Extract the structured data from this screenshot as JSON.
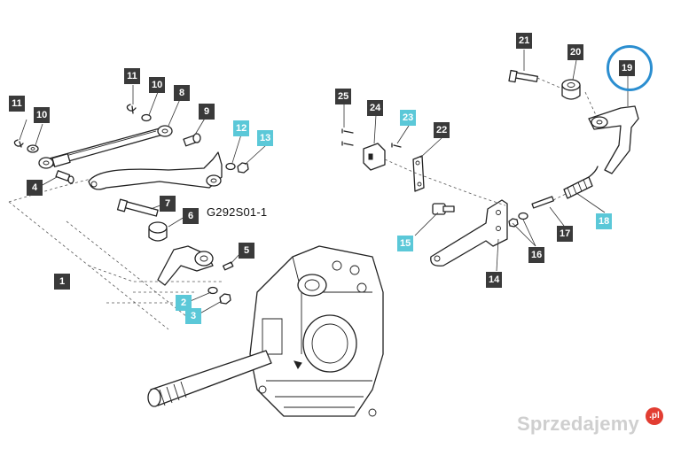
{
  "diagram": {
    "drawing_code": "G292S01-1",
    "callouts": [
      {
        "id": "c1",
        "label": "1",
        "style": "std"
      },
      {
        "id": "c2",
        "label": "2",
        "style": "hl"
      },
      {
        "id": "c3",
        "label": "3",
        "style": "hl"
      },
      {
        "id": "c4",
        "label": "4",
        "style": "std"
      },
      {
        "id": "c5",
        "label": "5",
        "style": "std"
      },
      {
        "id": "c6",
        "label": "6",
        "style": "std"
      },
      {
        "id": "c7",
        "label": "7",
        "style": "std"
      },
      {
        "id": "c8",
        "label": "8",
        "style": "std"
      },
      {
        "id": "c9",
        "label": "9",
        "style": "std"
      },
      {
        "id": "c10a",
        "label": "10",
        "style": "std"
      },
      {
        "id": "c10b",
        "label": "10",
        "style": "std"
      },
      {
        "id": "c11a",
        "label": "11",
        "style": "std"
      },
      {
        "id": "c11b",
        "label": "11",
        "style": "std"
      },
      {
        "id": "c12",
        "label": "12",
        "style": "hl"
      },
      {
        "id": "c13",
        "label": "13",
        "style": "hl"
      },
      {
        "id": "c14",
        "label": "14",
        "style": "std"
      },
      {
        "id": "c15",
        "label": "15",
        "style": "hl"
      },
      {
        "id": "c16",
        "label": "16",
        "style": "std"
      },
      {
        "id": "c17",
        "label": "17",
        "style": "std"
      },
      {
        "id": "c18",
        "label": "18",
        "style": "hl"
      },
      {
        "id": "c19",
        "label": "19",
        "style": "std"
      },
      {
        "id": "c20",
        "label": "20",
        "style": "std"
      },
      {
        "id": "c21",
        "label": "21",
        "style": "std"
      },
      {
        "id": "c22",
        "label": "22",
        "style": "std"
      },
      {
        "id": "c23",
        "label": "23",
        "style": "hl"
      },
      {
        "id": "c24",
        "label": "24",
        "style": "std"
      },
      {
        "id": "c25",
        "label": "25",
        "style": "std"
      }
    ],
    "highlight_circle_target": "19",
    "colors": {
      "callout_dark": "#3a3a3a",
      "callout_highlight": "#5bc8d8",
      "circle": "#2b8ed0",
      "watermark_badge": "#e23d32"
    }
  },
  "watermark": {
    "text": "Sprzedajemy",
    "badge": ".pl"
  }
}
